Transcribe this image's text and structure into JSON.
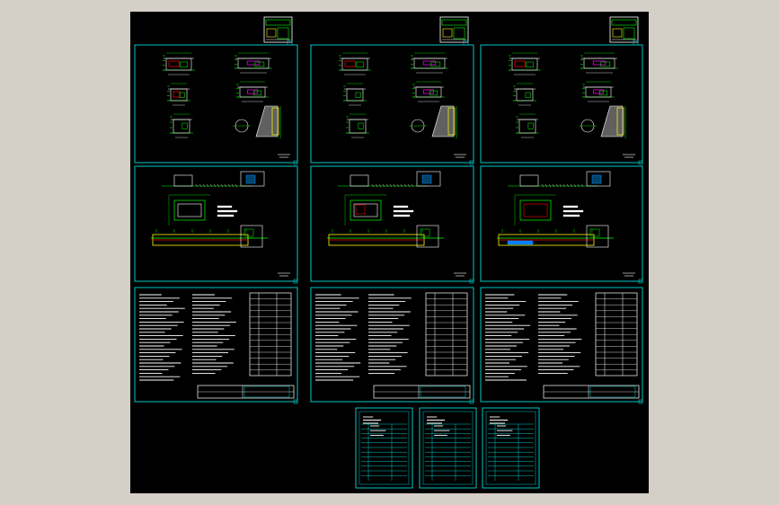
{
  "colors": {
    "frame": "#00c8c8",
    "line_green": "#00ff00",
    "line_white": "#ffffff",
    "line_yellow": "#ffff00",
    "line_red": "#ff0000",
    "line_magenta": "#ff00ff",
    "line_blue": "#0080ff",
    "background": "#000000"
  },
  "columns": [
    {
      "name": "column-1"
    },
    {
      "name": "column-2"
    },
    {
      "name": "column-3"
    }
  ],
  "sheets": [
    {
      "kind": "elevations"
    },
    {
      "kind": "plan"
    },
    {
      "kind": "notes"
    }
  ],
  "bottom_sheets": [
    {
      "kind": "drawing-list"
    },
    {
      "kind": "drawing-list"
    },
    {
      "kind": "drawing-list"
    }
  ]
}
